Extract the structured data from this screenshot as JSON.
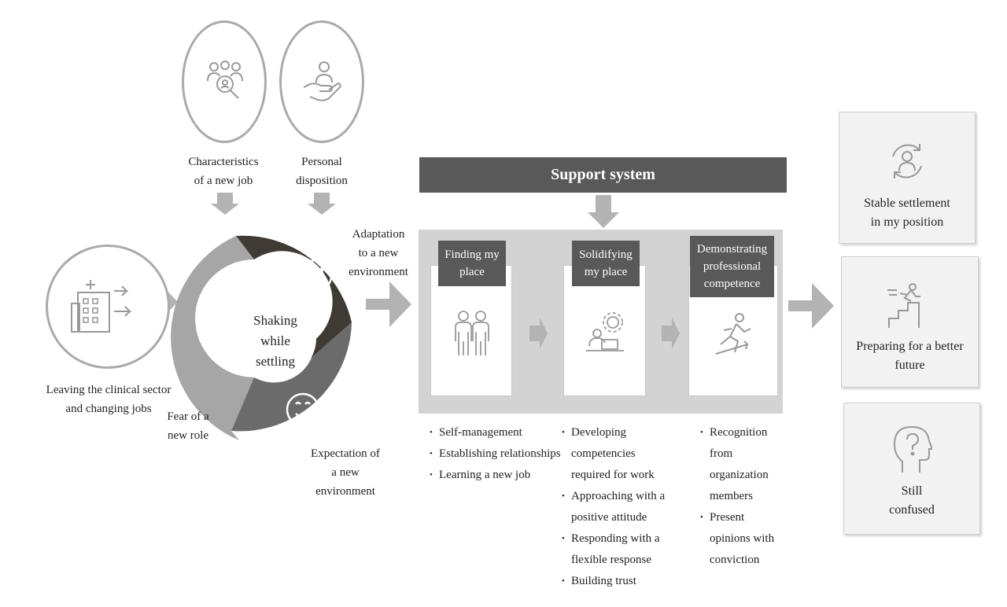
{
  "start": {
    "icon": "hospital-transfer-icon",
    "label_lines": [
      "Leaving the clinical sector",
      "and changing jobs"
    ]
  },
  "influences": [
    {
      "icon": "people-search-icon",
      "label_lines": [
        "Characteristics",
        "of a new job"
      ]
    },
    {
      "icon": "hand-person-icon",
      "label_lines": [
        "Personal",
        "disposition"
      ]
    }
  ],
  "cycle": {
    "center_lines": [
      "Shaking",
      "while",
      "settling"
    ],
    "segments": [
      {
        "icon": "sad-face-icon",
        "label_lines": [
          "Fear of a",
          "new role"
        ]
      },
      {
        "icon": "happy-face-icon",
        "label_lines": [
          "Adaptation",
          "to a new",
          "environment"
        ]
      },
      {
        "icon": "smile-face-icon",
        "label_lines": [
          "Expectation of",
          "a new",
          "environment"
        ]
      }
    ],
    "colors": {
      "light": "#a6a6a6",
      "dark": "#3f3a34",
      "mid": "#6b6b6b"
    }
  },
  "support_system": {
    "title": "Support system"
  },
  "stages": [
    {
      "title_lines": [
        "Finding my",
        "place"
      ],
      "icon": "two-people-icon",
      "bullets": [
        [
          "Self-management"
        ],
        [
          "Establishing relationships"
        ],
        [
          "Learning a new job"
        ]
      ]
    },
    {
      "title_lines": [
        "Solidifying",
        "my place"
      ],
      "icon": "laptop-gear-icon",
      "bullets": [
        [
          "Developing",
          "competencies",
          "required for work"
        ],
        [
          "Approaching with a",
          "positive attitude"
        ],
        [
          "Responding with a",
          "flexible response"
        ],
        [
          "Building trust"
        ]
      ]
    },
    {
      "title_lines": [
        "Demonstrating",
        "professional",
        "competence"
      ],
      "icon": "running-person-icon",
      "bullets": [
        [
          "Recognition",
          "from",
          "organization",
          "members"
        ],
        [
          "Present",
          "opinions with",
          "conviction"
        ]
      ]
    }
  ],
  "outcomes": [
    {
      "icon": "person-cycle-icon",
      "label_lines": [
        "Stable settlement",
        "in my position"
      ]
    },
    {
      "icon": "stairs-runner-icon",
      "label_lines": [
        "Preparing for a better",
        "future"
      ]
    },
    {
      "icon": "head-question-icon",
      "label_lines": [
        "Still",
        "confused"
      ]
    }
  ]
}
